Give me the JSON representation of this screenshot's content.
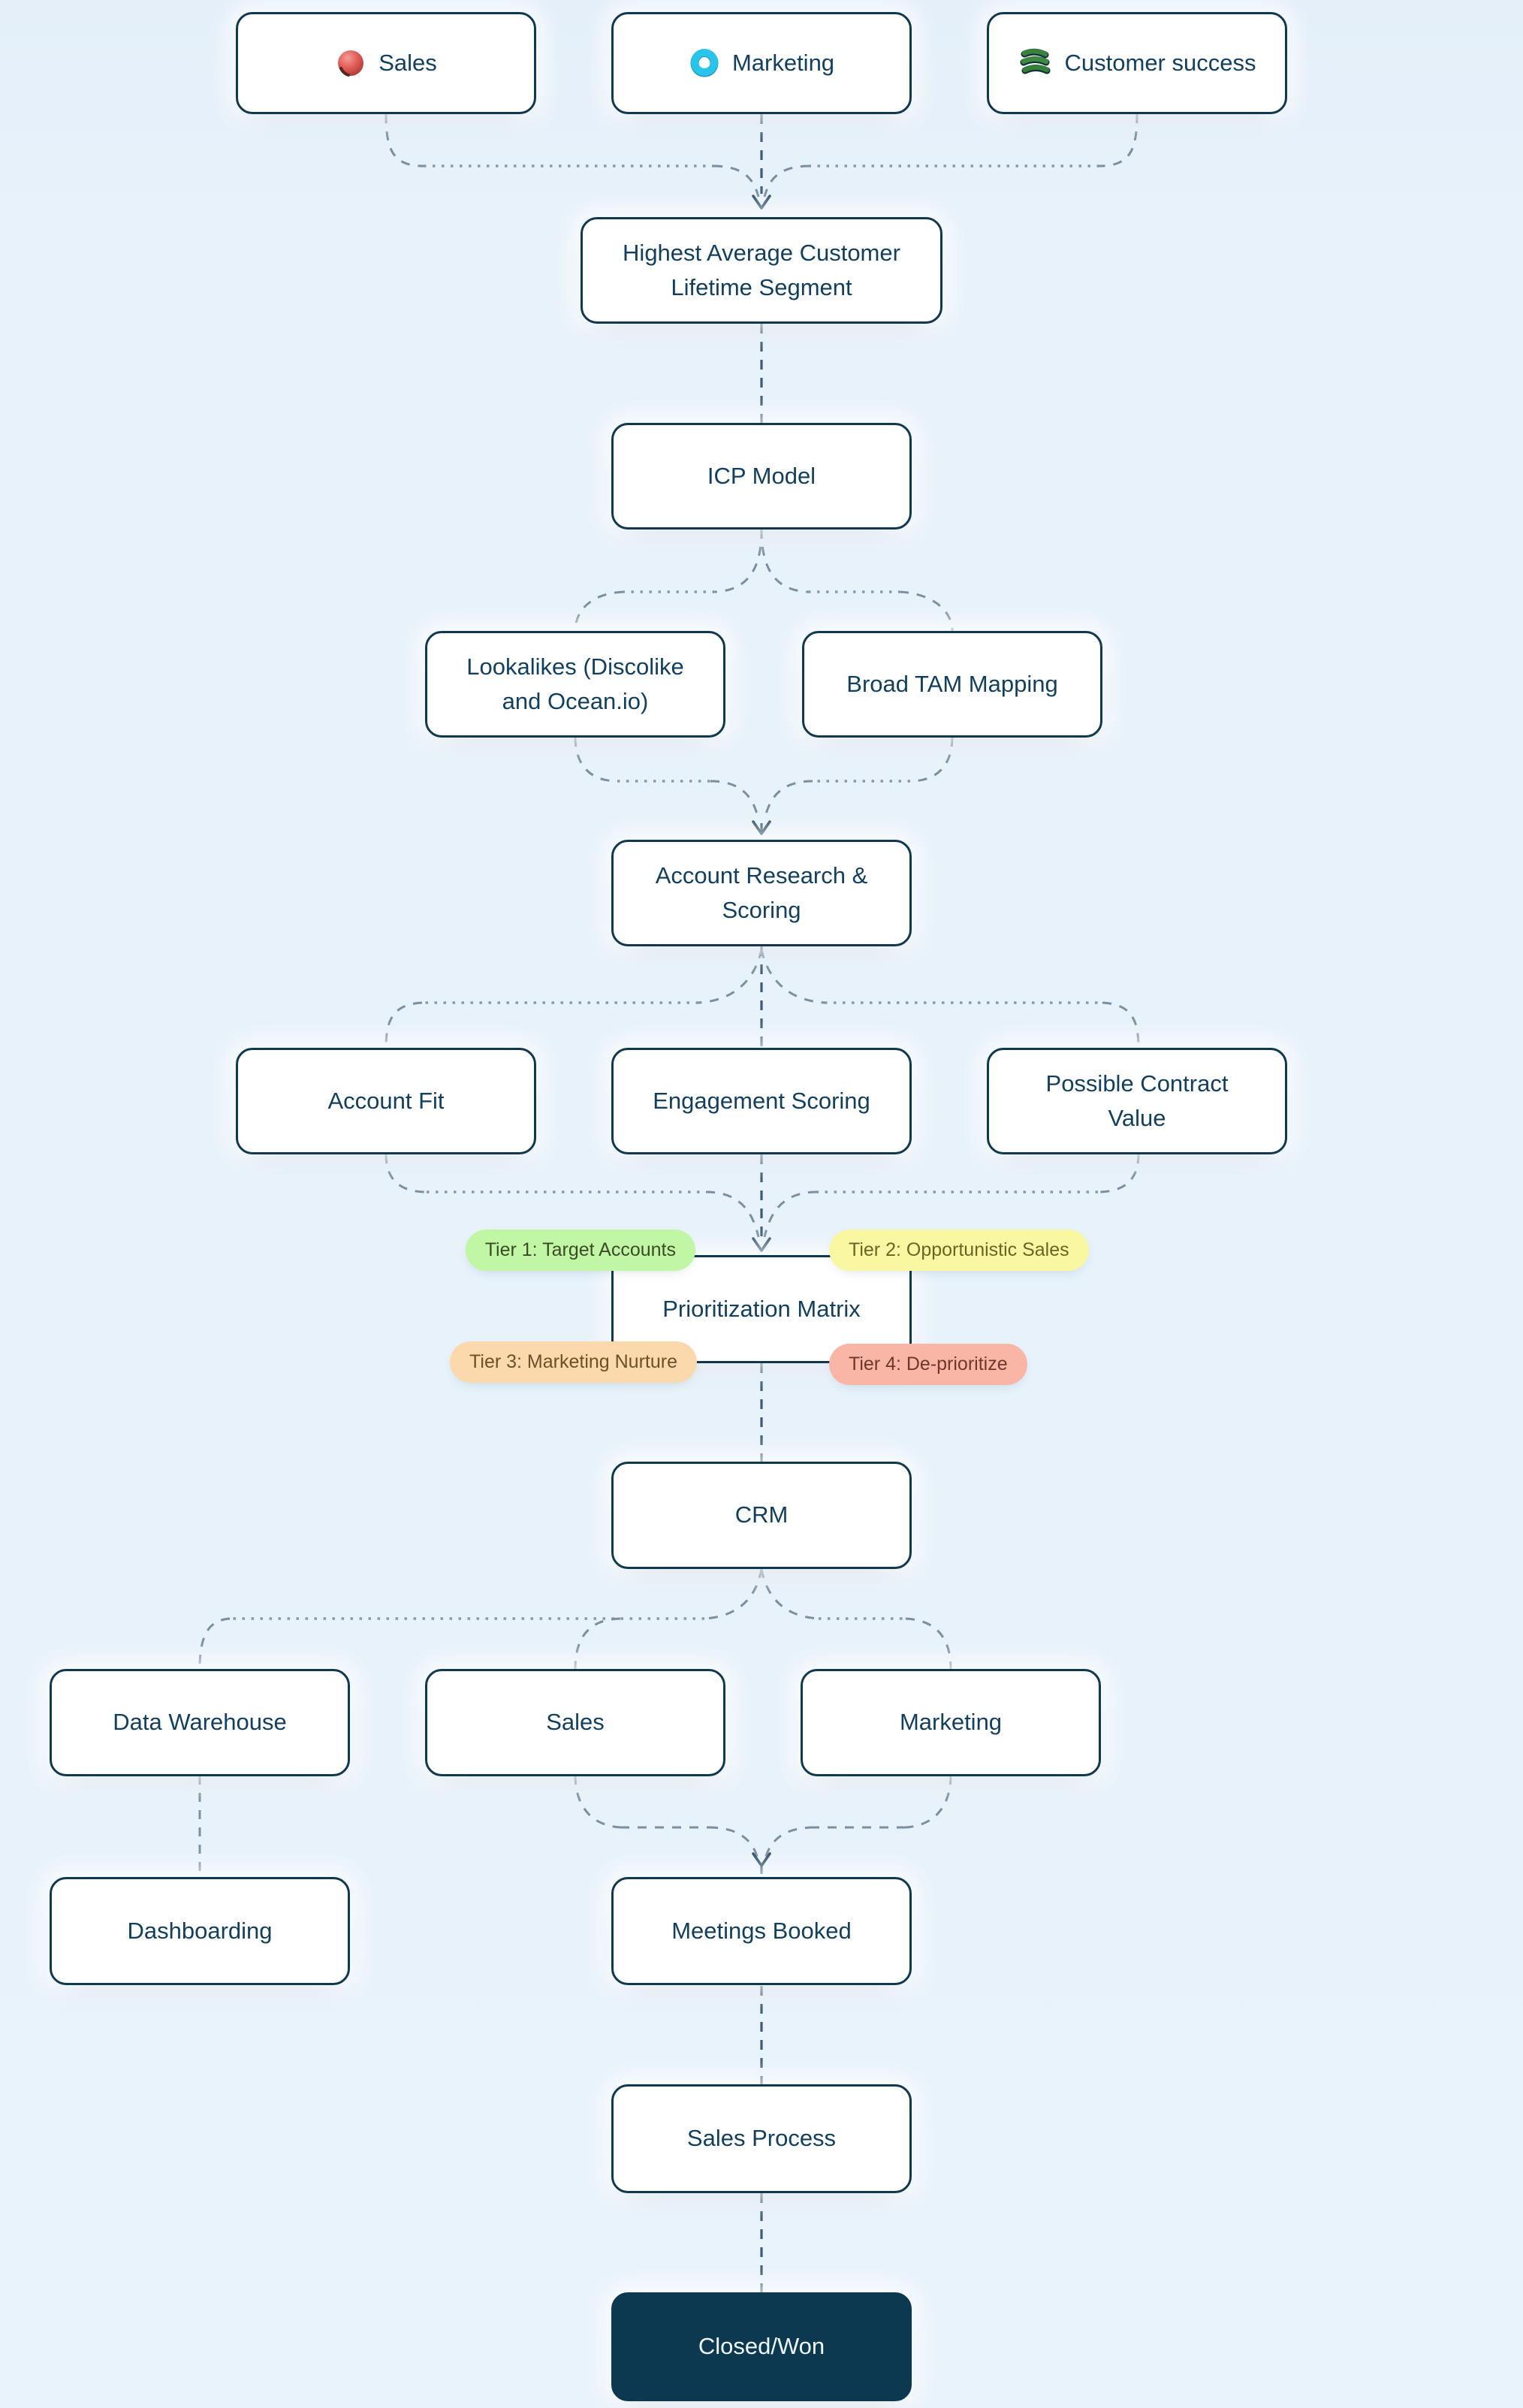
{
  "colors": {
    "background": "#e8f2fa",
    "node_border": "#10394f",
    "node_text": "#123f5d",
    "final_node_bg": "#0d3950",
    "final_node_text": "#eef6fb",
    "connector_dark": "#3d5b74",
    "connector_light": "#8a99a7",
    "sales_icon": "#e05a56",
    "marketing_icon": "#26c2e9",
    "customer_success_icon": "#37833b"
  },
  "flow": {
    "sources": [
      {
        "label": "Sales",
        "icon": "red-dot-icon"
      },
      {
        "label": "Marketing",
        "icon": "cyan-ring-icon"
      },
      {
        "label": "Customer success",
        "icon": "green-coil-icon"
      }
    ],
    "nodes": {
      "hacls": {
        "label": "Highest Average Customer Lifetime Segment"
      },
      "icp": {
        "label": "ICP Model"
      },
      "lookalikes": {
        "label": "Lookalikes (Discolike and Ocean.io)"
      },
      "tam": {
        "label": "Broad TAM Mapping"
      },
      "research": {
        "label": "Account Research & Scoring"
      },
      "account_fit": {
        "label": "Account Fit"
      },
      "engagement": {
        "label": "Engagement Scoring"
      },
      "contract_value": {
        "label": "Possible Contract Value"
      },
      "matrix": {
        "label": "Prioritization Matrix"
      },
      "crm": {
        "label": "CRM"
      },
      "data_warehouse": {
        "label": "Data Warehouse"
      },
      "sales_team": {
        "label": "Sales"
      },
      "marketing_team": {
        "label": "Marketing"
      },
      "dashboarding": {
        "label": "Dashboarding"
      },
      "meetings": {
        "label": "Meetings Booked"
      },
      "sales_process": {
        "label": "Sales Process"
      },
      "closed_won": {
        "label": "Closed/Won"
      }
    },
    "tiers": [
      {
        "label": "Tier 1: Target Accounts",
        "bg": "#c1f6a4",
        "fg": "#3a4c26",
        "style": "background:#c1f6a4;color:#3a4c26"
      },
      {
        "label": "Tier 2: Opportunistic Sales",
        "bg": "#faf7a3",
        "fg": "#6b6426",
        "style": "background:#faf7a3;color:#6b6426"
      },
      {
        "label": "Tier 3: Marketing Nurture",
        "bg": "#fbd9ad",
        "fg": "#6d4f28",
        "style": "background:#fbd9ad;color:#6d4f28"
      },
      {
        "label": "Tier 4: De-prioritize",
        "bg": "#f9b5a5",
        "fg": "#6e392c",
        "style": "background:#f9b5a5;color:#6e392c"
      }
    ]
  }
}
